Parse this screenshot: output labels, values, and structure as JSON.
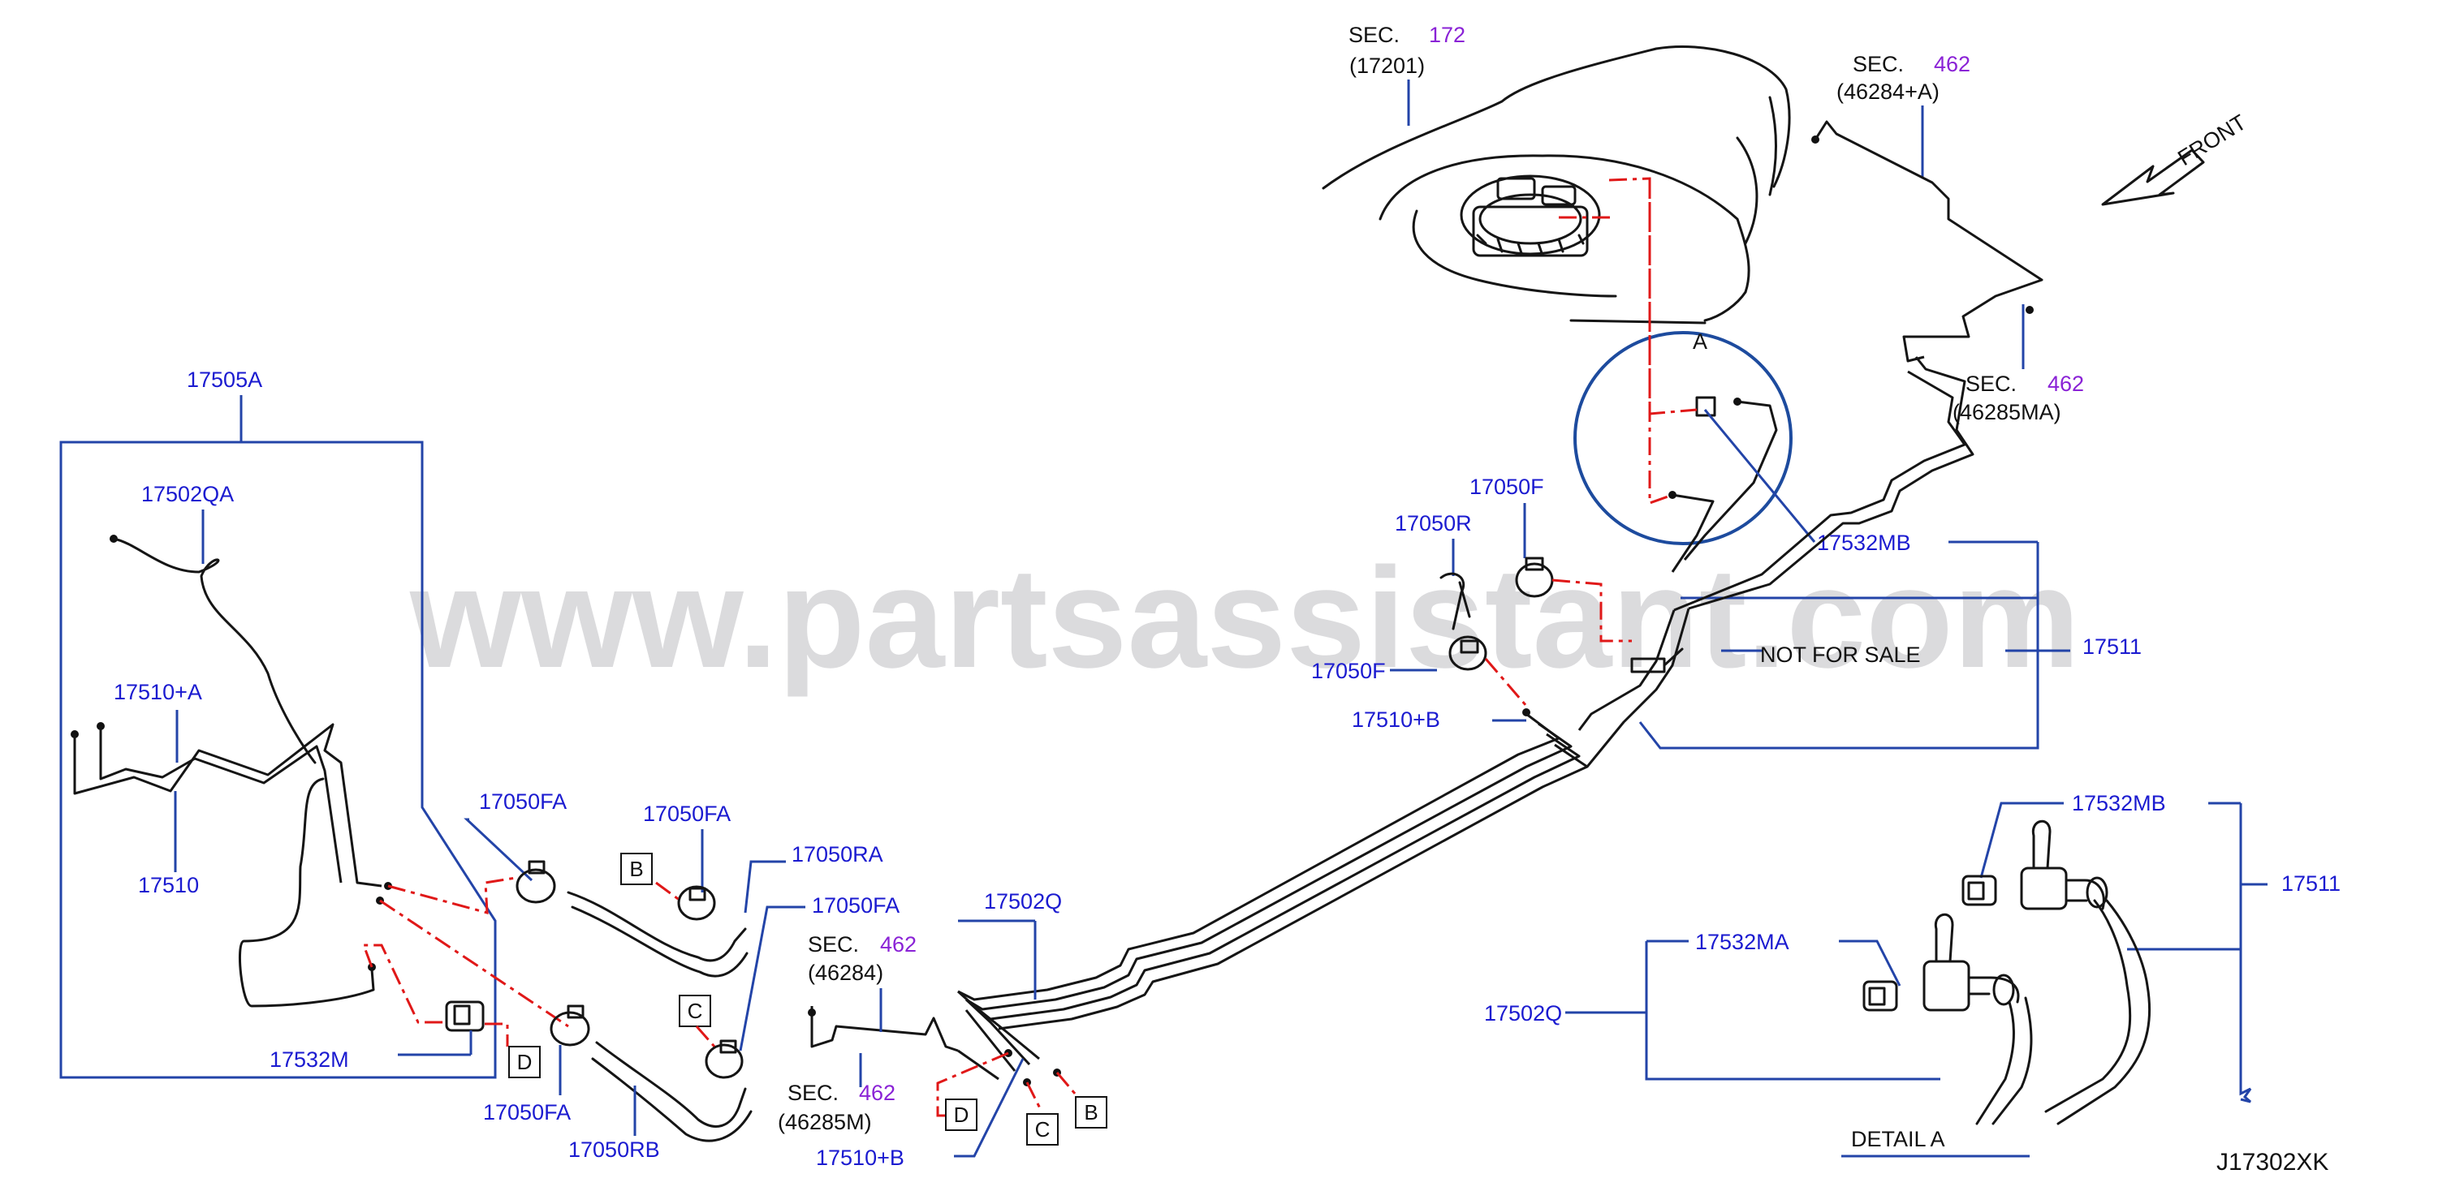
{
  "watermark": "www.partsassistant.com",
  "drawing_code": "J17302XK",
  "front_label": "FRONT",
  "not_for_sale": "NOT  FOR  SALE",
  "detail_label": "DETAIL   A",
  "detail_circle_letter": "A",
  "sections": [
    {
      "prefix": "SEC.",
      "num": "172",
      "sub": "(17201)"
    },
    {
      "prefix": "SEC.",
      "num": "462",
      "sub": "(46284+A)"
    },
    {
      "prefix": "SEC.",
      "num": "462",
      "sub": "(46285MA)"
    },
    {
      "prefix": "SEC.",
      "num": "462",
      "sub": "(46284)"
    },
    {
      "prefix": "SEC.",
      "num": "462",
      "sub": "(46285M)"
    }
  ],
  "part_labels": {
    "p17505A": "17505A",
    "p17502QA": "17502QA",
    "p17510A": "17510+A",
    "p17510": "17510",
    "p17532M": "17532M",
    "p17050FA_1": "17050FA",
    "p17050FA_2": "17050FA",
    "p17050FA_3": "17050FA",
    "p17050FA_4": "17050FA",
    "p17050RA": "17050RA",
    "p17050RB": "17050RB",
    "p17502Q_1": "17502Q",
    "p17510B_1": "17510+B",
    "p17050F_1": "17050F",
    "p17050R": "17050R",
    "p17050F_2": "17050F",
    "p17510B_2": "17510+B",
    "p17532MB_1": "17532MB",
    "p17511_1": "17511",
    "p17532MB_2": "17532MB",
    "p17511_2": "17511",
    "p17532MA": "17532MA",
    "p17502Q_2": "17502Q"
  },
  "box_letters": {
    "b1": "B",
    "c1": "C",
    "d1": "D",
    "d2": "D",
    "c2": "C",
    "b2": "B"
  }
}
